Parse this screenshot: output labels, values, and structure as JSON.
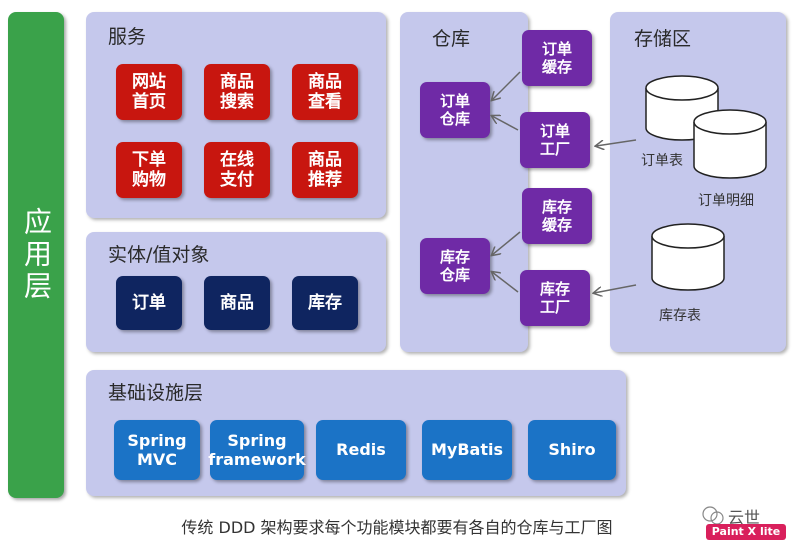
{
  "app_layer": {
    "label": "应用层"
  },
  "service_panel": {
    "title": "服务",
    "items": [
      "网站\n首页",
      "商品\n搜索",
      "商品\n查看",
      "下单\n购物",
      "在线\n支付",
      "商品\n推荐"
    ]
  },
  "entity_panel": {
    "title": "实体/值对象",
    "items": [
      "订单",
      "商品",
      "库存"
    ]
  },
  "infra_panel": {
    "title": "基础设施层",
    "items": [
      "Spring\nMVC",
      "Spring\nframework",
      "Redis",
      "MyBatis",
      "Shiro"
    ]
  },
  "repo_panel": {
    "title": "仓库",
    "order_repo": "订单\n仓库",
    "order_cache": "订单\n缓存",
    "order_factory": "订单\n工厂",
    "stock_cache": "库存\n缓存",
    "stock_repo": "库存\n仓库",
    "stock_factory": "库存\n工厂"
  },
  "storage_panel": {
    "title": "存储区",
    "order_table": "订单表",
    "order_detail": "订单明细",
    "stock_table": "库存表"
  },
  "caption": "传统 DDD 架构要求每个功能模块都要有各自的仓库与工厂图",
  "watermark": {
    "text": "云世",
    "badge": "Paint X lite"
  },
  "colors": {
    "app_layer": "#3aa24a",
    "panel": "#c5c8ec",
    "service": "#c8160f",
    "entity": "#0f2560",
    "infra": "#1b73c6",
    "repo": "#6f2aa6"
  }
}
